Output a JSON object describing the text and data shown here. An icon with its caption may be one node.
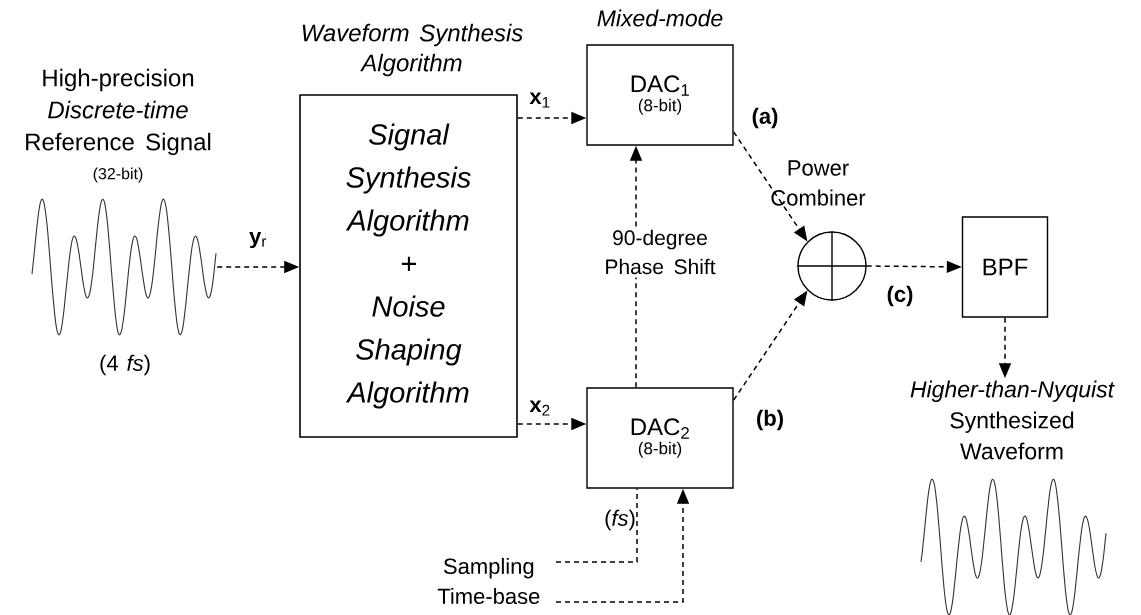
{
  "diagram": {
    "nodes": [
      {
        "text": [
          "High-precision *Discrete-time* Reference Signal",
          "(32-bit)"
        ],
        "beside": [
          "(4 *fs*)"
        ]
      },
      {
        "text": [
          "Waveform Synthesis Algorithm",
          "Signal Synthesis Algorithm + Noise Shaping Algorithm"
        ]
      },
      {
        "text": [
          "Mixed-mode",
          "DAC$_{1}$",
          "(8-bit)"
        ]
      },
      {
        "text": [
          "DAC$_{2}$",
          "(8-bit)"
        ]
      },
      {
        "text": [
          "90-degree Phase Shift"
        ]
      },
      {
        "text": [
          "Power Combiner"
        ]
      },
      {
        "text": [
          "BPF"
        ]
      },
      {
        "text": [
          "*Higher-than-Nyquist* Synthesized Waveform"
        ]
      },
      {
        "text": [
          "Sampling Time-base"
        ]
      }
    ],
    "edges": [
      {
        "from": 0,
        "to": 1,
        "arrow": "to",
        "label": "**y**$_{r}$"
      },
      {
        "from": 1,
        "to": 2,
        "arrow": "to",
        "label": "**x**$_{1}$"
      },
      {
        "from": 1,
        "to": 3,
        "arrow": "to",
        "label": "**x**$_{2}$"
      },
      {
        "from": 3,
        "to": 4,
        "arrow": "none"
      },
      {
        "from": 4,
        "to": 2,
        "arrow": "to"
      },
      {
        "from": 2,
        "to": 5,
        "arrow": "to",
        "label": "**(a)**"
      },
      {
        "from": 3,
        "to": 5,
        "arrow": "to",
        "label": "**(b)**"
      },
      {
        "from": 5,
        "to": 6,
        "arrow": "to",
        "label": "**(c)**"
      },
      {
        "from": 6,
        "to": 7,
        "arrow": "to"
      },
      {
        "from": 8,
        "to": 3,
        "arrow": "none",
        "label": "(*fs*)"
      },
      {
        "from": 8,
        "to": 3,
        "arrow": "to"
      }
    ]
  }
}
